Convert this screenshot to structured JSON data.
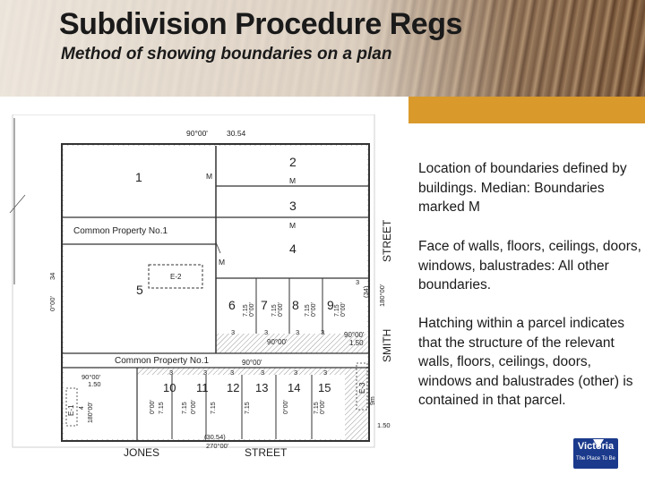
{
  "header": {
    "title": "Subdivision Procedure Regs",
    "subtitle": "Method of showing boundaries on a plan"
  },
  "plan": {
    "top_dimensions": [
      "90°00'",
      "30.54"
    ],
    "parcels": [
      "1",
      "2",
      "3",
      "4",
      "5",
      "6",
      "7",
      "8",
      "9",
      "10",
      "11",
      "12",
      "13",
      "14",
      "15"
    ],
    "common_property_1": "Common Property No.1",
    "common_property_2": "Common Property No.1",
    "easement_e2": "E-2",
    "easement_e1": "E-1",
    "easement_e3": "E-3",
    "median_mark": "M",
    "street_right": "STREET",
    "smith": "SMITH",
    "jones": "JONES",
    "street_bottom": "STREET",
    "left_side": [
      "0°00'",
      "34"
    ],
    "right_dims": [
      "3",
      "(34)",
      "180°00'"
    ],
    "row_dims": "7.15",
    "row_angle": "0°00'",
    "three": "3",
    "row_bearing_1": "90°00'",
    "row_bearing_2": "90°00'",
    "row_bearing_3": "90°00'",
    "right_bearing": "90°00'",
    "right_len": "1.50",
    "lower_left_bearing": "90°00'",
    "lower_left_len": "1.50",
    "four": "4",
    "lower_left_angle": "180°00'",
    "nine_m": "9m",
    "bottom_right_len": "1.50",
    "bottom_dims": [
      "(30.54)",
      "270°00'"
    ]
  },
  "descriptions": {
    "p1": "Location of boundaries defined by buildings. Median: Boundaries marked M",
    "p2": "Face of walls, floors, ceilings, doors, windows, balustrades: All other boundaries.",
    "p3": "Hatching within a parcel indicates that the structure of the relevant walls, floors, ceilings, doors, windows and balustrades (other) is contained in that parcel."
  },
  "logo": {
    "word": "Victoria",
    "tagline": "The Place To Be"
  },
  "colors": {
    "accent": "#d99a2b",
    "logo": "#1b3a8c"
  }
}
